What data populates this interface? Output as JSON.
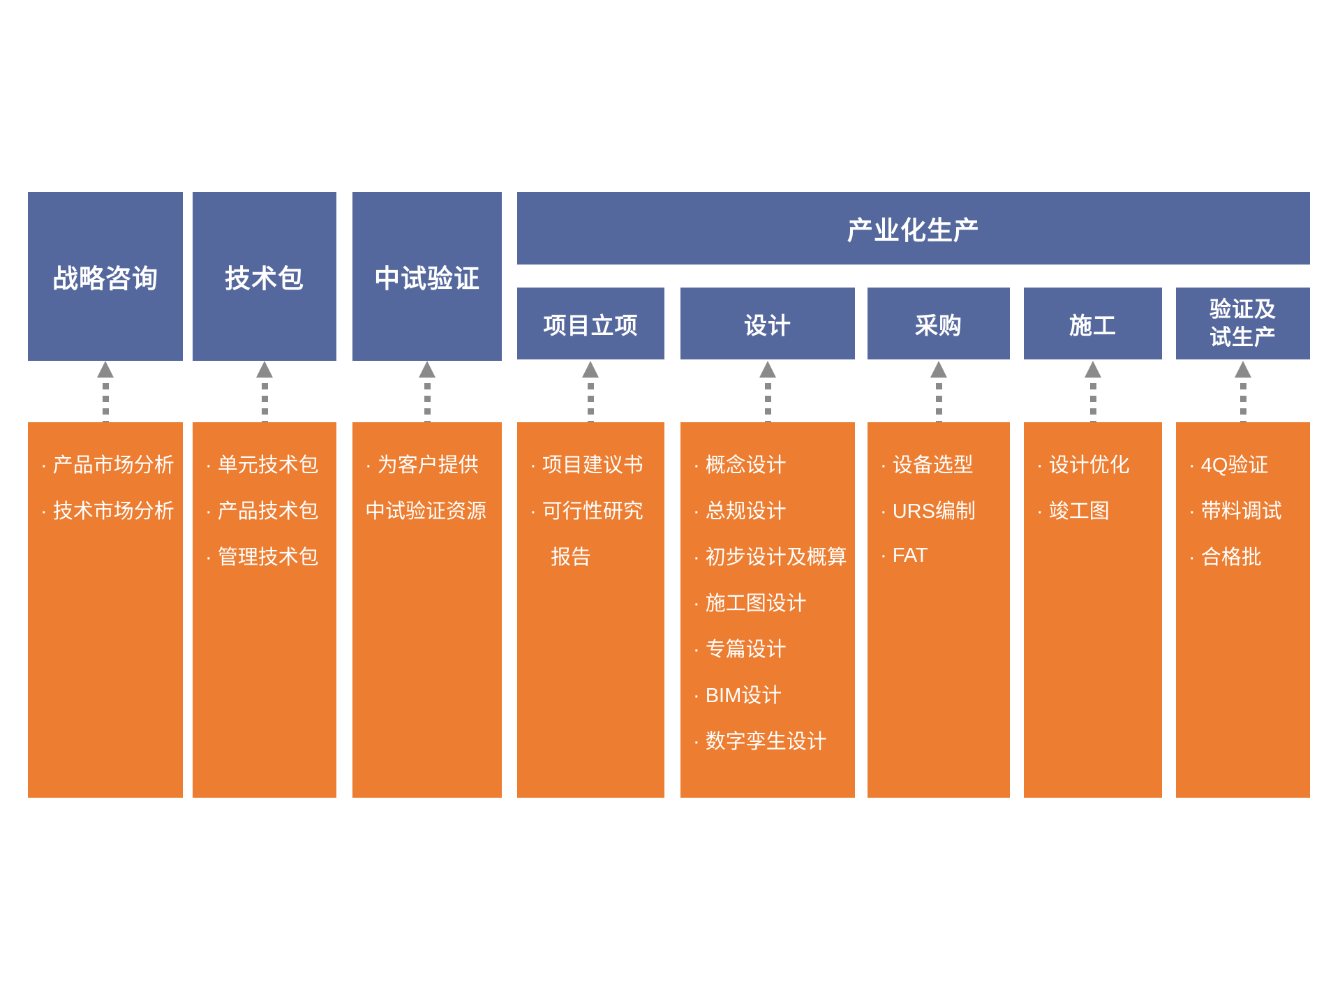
{
  "colors": {
    "blue": "#55689D",
    "orange": "#EC7D31",
    "arrow": "#8A8A8A"
  },
  "title_boxes": [
    {
      "label": "战略咨询"
    },
    {
      "label": "技术包"
    },
    {
      "label": "中试验证"
    }
  ],
  "banner": {
    "label": "产业化生产"
  },
  "process_steps": [
    {
      "label": "项目立项"
    },
    {
      "label": "设计"
    },
    {
      "label": "采购"
    },
    {
      "label": "施工"
    },
    {
      "label_line1": "验证及",
      "label_line2": "试生产"
    }
  ],
  "detail_columns": [
    {
      "lines": [
        "· 产品市场分析",
        "· 技术市场分析"
      ]
    },
    {
      "lines": [
        "· 单元技术包",
        "· 产品技术包",
        "· 管理技术包"
      ]
    },
    {
      "lines": [
        "· 为客户提供",
        "中试验证资源"
      ]
    },
    {
      "lines": [
        "· 项目建议书",
        "· 可行性研究",
        "报告"
      ]
    },
    {
      "lines": [
        "· 概念设计",
        "· 总规设计",
        "· 初步设计及概算",
        "· 施工图设计",
        "· 专篇设计",
        "· BIM设计",
        "· 数字孪生设计"
      ]
    },
    {
      "lines": [
        "· 设备选型",
        "· URS编制",
        "· FAT"
      ]
    },
    {
      "lines": [
        "· 设计优化",
        "· 竣工图"
      ]
    },
    {
      "lines": [
        "· 4Q验证",
        "· 带料调试",
        "· 合格批"
      ]
    }
  ]
}
